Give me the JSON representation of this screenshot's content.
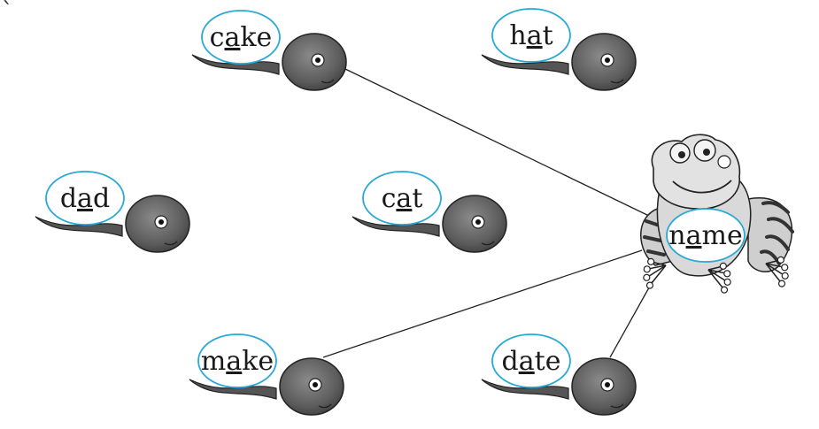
{
  "top_mark": "`",
  "colors": {
    "bubble_outline": "#2aa9d6",
    "tadpole_body": "#6a6a6a",
    "line": "#222222"
  },
  "tadpoles": [
    {
      "id": "cake",
      "pre": "c",
      "u": "a",
      "post": "ke",
      "connected": true
    },
    {
      "id": "hat",
      "pre": "h",
      "u": "a",
      "post": "t",
      "connected": false
    },
    {
      "id": "dad",
      "pre": "d",
      "u": "a",
      "post": "d",
      "connected": false
    },
    {
      "id": "cat",
      "pre": "c",
      "u": "a",
      "post": "t",
      "connected": false
    },
    {
      "id": "make",
      "pre": "m",
      "u": "a",
      "post": "ke",
      "connected": true
    },
    {
      "id": "date",
      "pre": "d",
      "u": "a",
      "post": "te",
      "connected": true
    }
  ],
  "frog": {
    "pre": "n",
    "u": "a",
    "post": "me"
  }
}
